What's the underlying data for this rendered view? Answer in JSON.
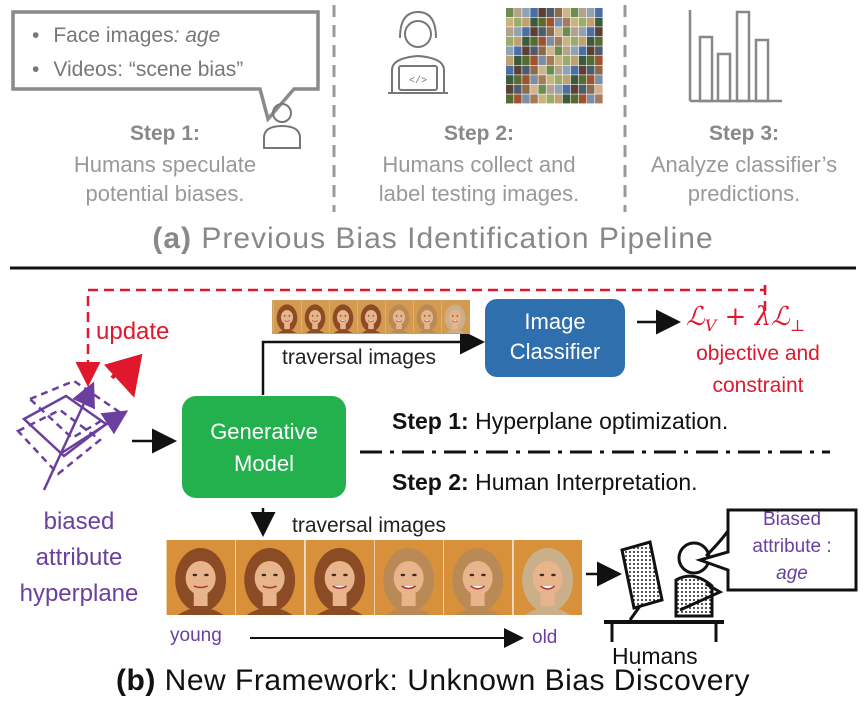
{
  "pipeline_a": {
    "bubble_items": [
      "Face images: age",
      "Videos: “scene bias”"
    ],
    "bubble_item1_prefix": "Face images",
    "bubble_item1_suffix": ": age",
    "bubble_item2": "Videos: “scene bias”",
    "step1_title": "Step 1:",
    "step1_desc_line1": "Humans speculate",
    "step1_desc_line2": "potential biases.",
    "step2_title": "Step 2:",
    "step2_desc_line1": "Humans collect and",
    "step2_desc_line2": "label testing images.",
    "step3_title": "Step 3:",
    "step3_desc_line1": "Analyze classifier’s",
    "step3_desc_line2": "predictions.",
    "section_label": "(a)",
    "section_title": "Previous Bias Identification Pipeline"
  },
  "pipeline_b": {
    "update_label": "update",
    "traversal_top_label": "traversal images",
    "classifier_line1": "Image",
    "classifier_line2": "Classifier",
    "objective_formula": "ℒV + λℒ⊥",
    "objective_line1": "objective and",
    "objective_line2": "constraint",
    "generative_line1": "Generative",
    "generative_line2": "Model",
    "step1_bold": "Step 1:",
    "step1_text": " Hyperplane optimization.",
    "step2_bold": "Step 2:",
    "step2_text": " Human Interpretation.",
    "hyperplane_line1": "biased",
    "hyperplane_line2": "attribute",
    "hyperplane_line3": "hyperplane",
    "traversal_bottom_label": "traversal images",
    "young_label": "young",
    "old_label": "old",
    "humans_label": "Humans",
    "biased_attr_line1": "Biased",
    "biased_attr_line2": "attribute :",
    "biased_attr_line3": "age",
    "section_label": "(b)",
    "section_title": "New Framework: Unknown Bias Discovery"
  },
  "colors": {
    "classifier_box": "#2f6fae",
    "generative_box": "#22b14c",
    "purple": "#6a3f9e",
    "red": "#e0182d",
    "gray_text": "#8a8a8a"
  }
}
